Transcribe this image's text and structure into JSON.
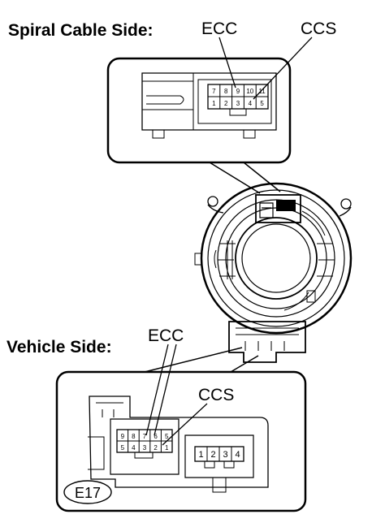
{
  "labels": {
    "spiral_title": "Spiral Cable Side:",
    "vehicle_title": "Vehicle Side:",
    "ecc": "ECC",
    "ccs": "CCS",
    "part_code": "E17"
  },
  "spiral_connector": {
    "top_row": [
      "7",
      "8",
      "9",
      "10",
      "11"
    ],
    "bottom_row": [
      "1",
      "2",
      "3",
      "4",
      "5"
    ]
  },
  "vehicle_connector": {
    "top_row": [
      "9",
      "8",
      "7",
      "6",
      "5"
    ],
    "bottom_row": [
      "5",
      "4",
      "3",
      "2",
      "1"
    ]
  },
  "aux_connector": {
    "pins": [
      "1",
      "2",
      "3",
      "4"
    ]
  }
}
